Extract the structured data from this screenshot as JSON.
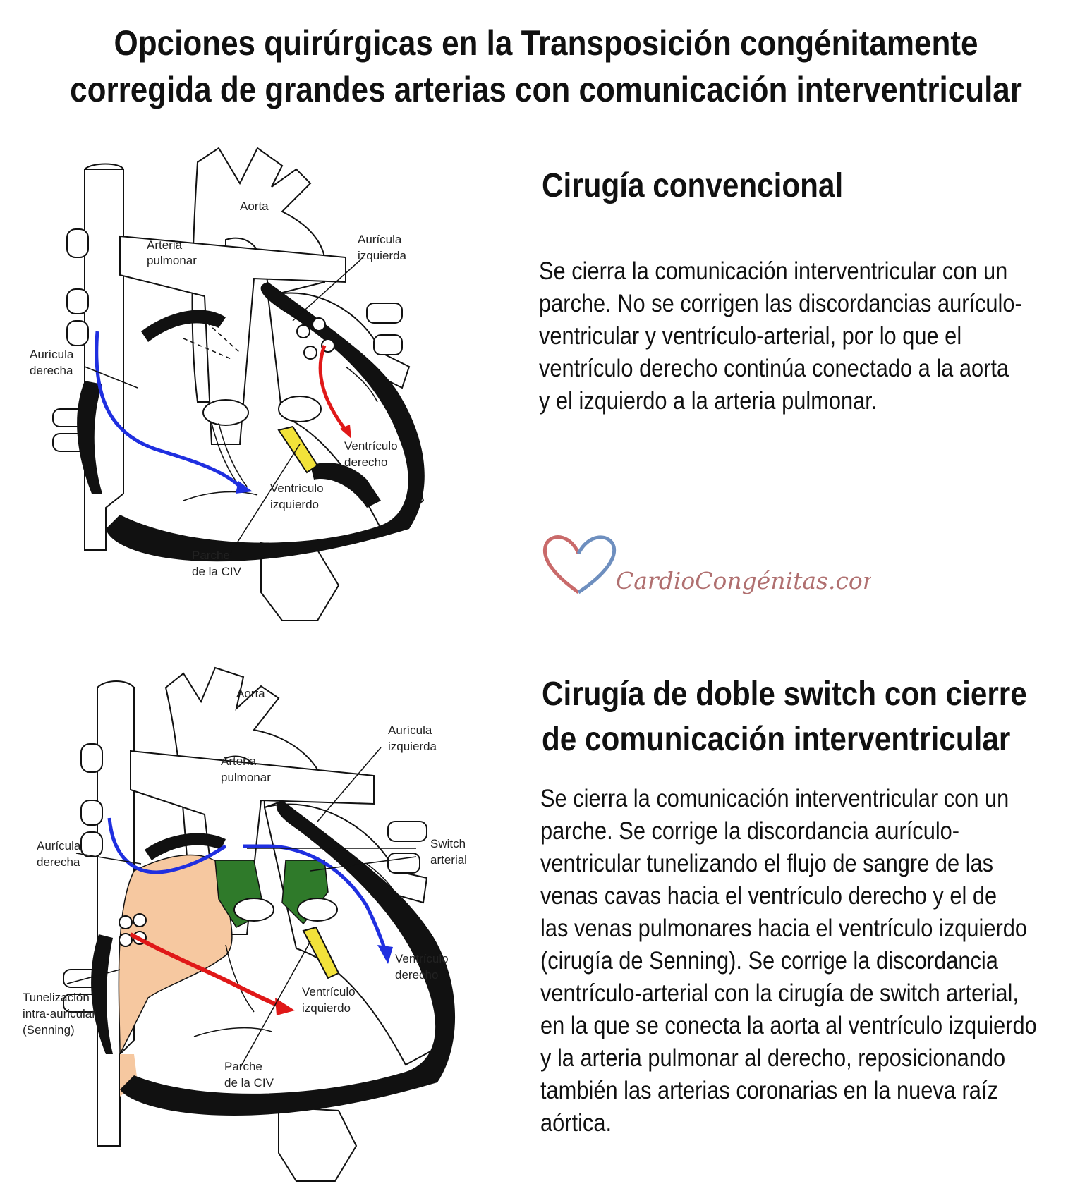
{
  "title": {
    "line1": "Opciones quirúrgicas en la Transposición congénitamente",
    "line2": "corregida de grandes arterias con comunicación interventricular"
  },
  "section1": {
    "heading": "Cirugía convencional",
    "lines": [
      "Se cierra la comunicación interventricular con un",
      "parche. No se corrigen las discordancias aurículo-",
      "ventricular y ventrículo-arterial, por lo que el",
      "ventrículo derecho continúa conectado a la aorta",
      "y el izquierdo a la arteria pulmonar."
    ],
    "labels": {
      "aorta": "Aorta",
      "arteria1": "Arteria",
      "arteria2": "pulmonar",
      "auri_izq1": "Aurícula",
      "auri_izq2": "izquierda",
      "auri_der1": "Aurícula",
      "auri_der2": "derecha",
      "vd1": "Ventrículo",
      "vd2": "derecho",
      "vi1": "Ventrículo",
      "vi2": "izquierdo",
      "parche1": "Parche",
      "parche2": "de la CIV"
    }
  },
  "section2": {
    "heading_line1": "Cirugía de doble switch con cierre",
    "heading_line2": "de comunicación interventricular",
    "lines": [
      "Se cierra la comunicación interventricular con un",
      "parche. Se corrige la discordancia aurículo-",
      "ventricular tunelizando el flujo de sangre de las",
      "venas cavas hacia el ventrículo derecho y el de",
      "las venas pulmonares hacia el ventrículo izquierdo",
      "(cirugía de Senning). Se corrige la discordancia",
      "ventrículo-arterial con la cirugía de switch arterial,",
      "en la que se conecta la aorta al ventrículo izquierdo",
      "y la arteria pulmonar al derecho, reposicionando",
      "también las arterias coronarias en la nueva raíz",
      "aórtica."
    ],
    "labels": {
      "aorta": "Aorta",
      "arteria1": "Arteria",
      "arteria2": "pulmonar",
      "auri_izq1": "Aurícula",
      "auri_izq2": "izquierda",
      "auri_der1": "Aurícula",
      "auri_der2": "derecha",
      "switch1": "Switch",
      "switch2": "arterial",
      "vd1": "Ventrículo",
      "vd2": "derecho",
      "vi1": "Ventrículo",
      "vi2": "izquierdo",
      "tunel1": "Tunelización",
      "tunel2": "intra-auricular",
      "tunel3": "(Senning)",
      "parche1": "Parche",
      "parche2": "de la CIV"
    }
  },
  "logo": {
    "text": "CardioCongénitas.com.ar",
    "heart_left_color": "#c96a6a",
    "heart_right_color": "#6e8fbf"
  },
  "colors": {
    "deoxygenated_arrow": "#1f2fe0",
    "oxygenated_arrow": "#e01818",
    "patch": "#f2e23a",
    "tunnel": "#f6c8a0",
    "switch": "#2f7a2a"
  }
}
